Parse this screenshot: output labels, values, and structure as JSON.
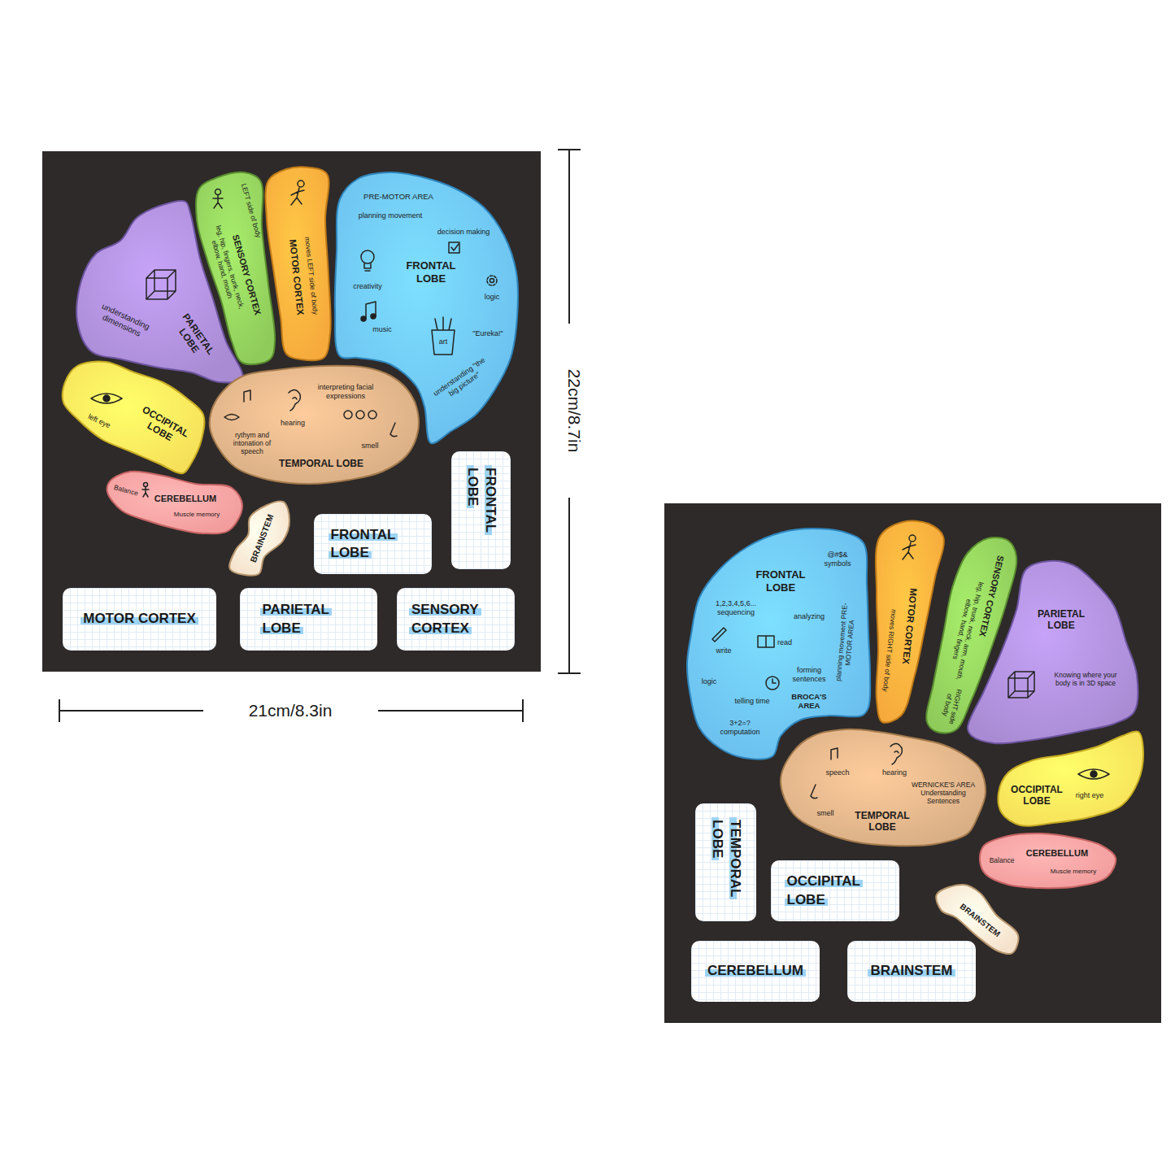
{
  "diagram": {
    "nodes": [
      {
        "text": [
          "understanding dimensions",
          "PARIETAL LOBE"
        ]
      },
      {
        "text": [
          "LEFT side of body",
          "leg, hip, fingers, trunk, neck, elbow, hand, mouth",
          "SENSORY CORTEX"
        ]
      },
      {
        "text": [
          "MOTOR CORTEX",
          "moves LEFT side of body"
        ]
      },
      {
        "text": [
          "PRE-MOTOR AREA",
          "planning movement",
          "decision making",
          "FRONTAL LOBE",
          "creativity",
          "logic",
          "music",
          "art",
          "\"Eureka!\"",
          "understanding \"the big picture\""
        ]
      },
      {
        "text": [
          "left eye",
          "OCCIPITAL LOBE"
        ]
      },
      {
        "text": [
          "interpreting facial expressions",
          "hearing",
          "rythym and intonation of speech",
          "smell",
          "TEMPORAL LOBE"
        ]
      },
      {
        "text": [
          "Balance",
          "CEREBELLUM",
          "Muscle memory"
        ]
      },
      {
        "text": [
          "BRAINSTEM"
        ]
      },
      {
        "text": [
          "FRONTAL LOBE"
        ]
      },
      {
        "text": [
          "FRONTAL LOBE"
        ]
      },
      {
        "text": [
          "MOTOR CORTEX"
        ]
      },
      {
        "text": [
          "PARIETAL LOBE"
        ]
      },
      {
        "text": [
          "SENSORY CORTEX"
        ]
      },
      {
        "text": [
          "FRONTAL LOBE",
          "@#$& symbols",
          "1,2,3,4,5,6... sequencing",
          "analyzing",
          "read",
          "write",
          "planning movement PRE-MOTOR AREA",
          "forming sentences",
          "logic",
          "BROCA'S AREA",
          "telling time",
          "3+2=? computation"
        ]
      },
      {
        "text": [
          "MOTOR CORTEX",
          "moves RIGHT side of body"
        ]
      },
      {
        "text": [
          "SENSORY CORTEX",
          "leg, hip, trunk, neck, arm, mouth, elbow, hand, fingers",
          "RIGHT side of body"
        ]
      },
      {
        "text": [
          "PARIETAL LOBE",
          "Knowing where your body is in 3D space"
        ]
      },
      {
        "text": [
          "speech",
          "hearing",
          "WERNICKE'S AREA Understanding Sentences",
          "smell",
          "TEMPORAL LOBE"
        ]
      },
      {
        "text": [
          "OCCIPITAL LOBE",
          "right eye"
        ]
      },
      {
        "text": [
          "Balance",
          "CEREBELLUM",
          "Muscle memory"
        ]
      },
      {
        "text": [
          "BRAINSTEM"
        ]
      },
      {
        "text": [
          "TEMPORAL LOBE"
        ]
      },
      {
        "text": [
          "OCCIPITAL LOBE"
        ]
      },
      {
        "text": [
          "CEREBELLUM"
        ]
      },
      {
        "text": [
          "BRAINSTEM"
        ]
      }
    ],
    "labels": [
      "22cm/8.7in",
      "21cm/8.3in"
    ]
  }
}
